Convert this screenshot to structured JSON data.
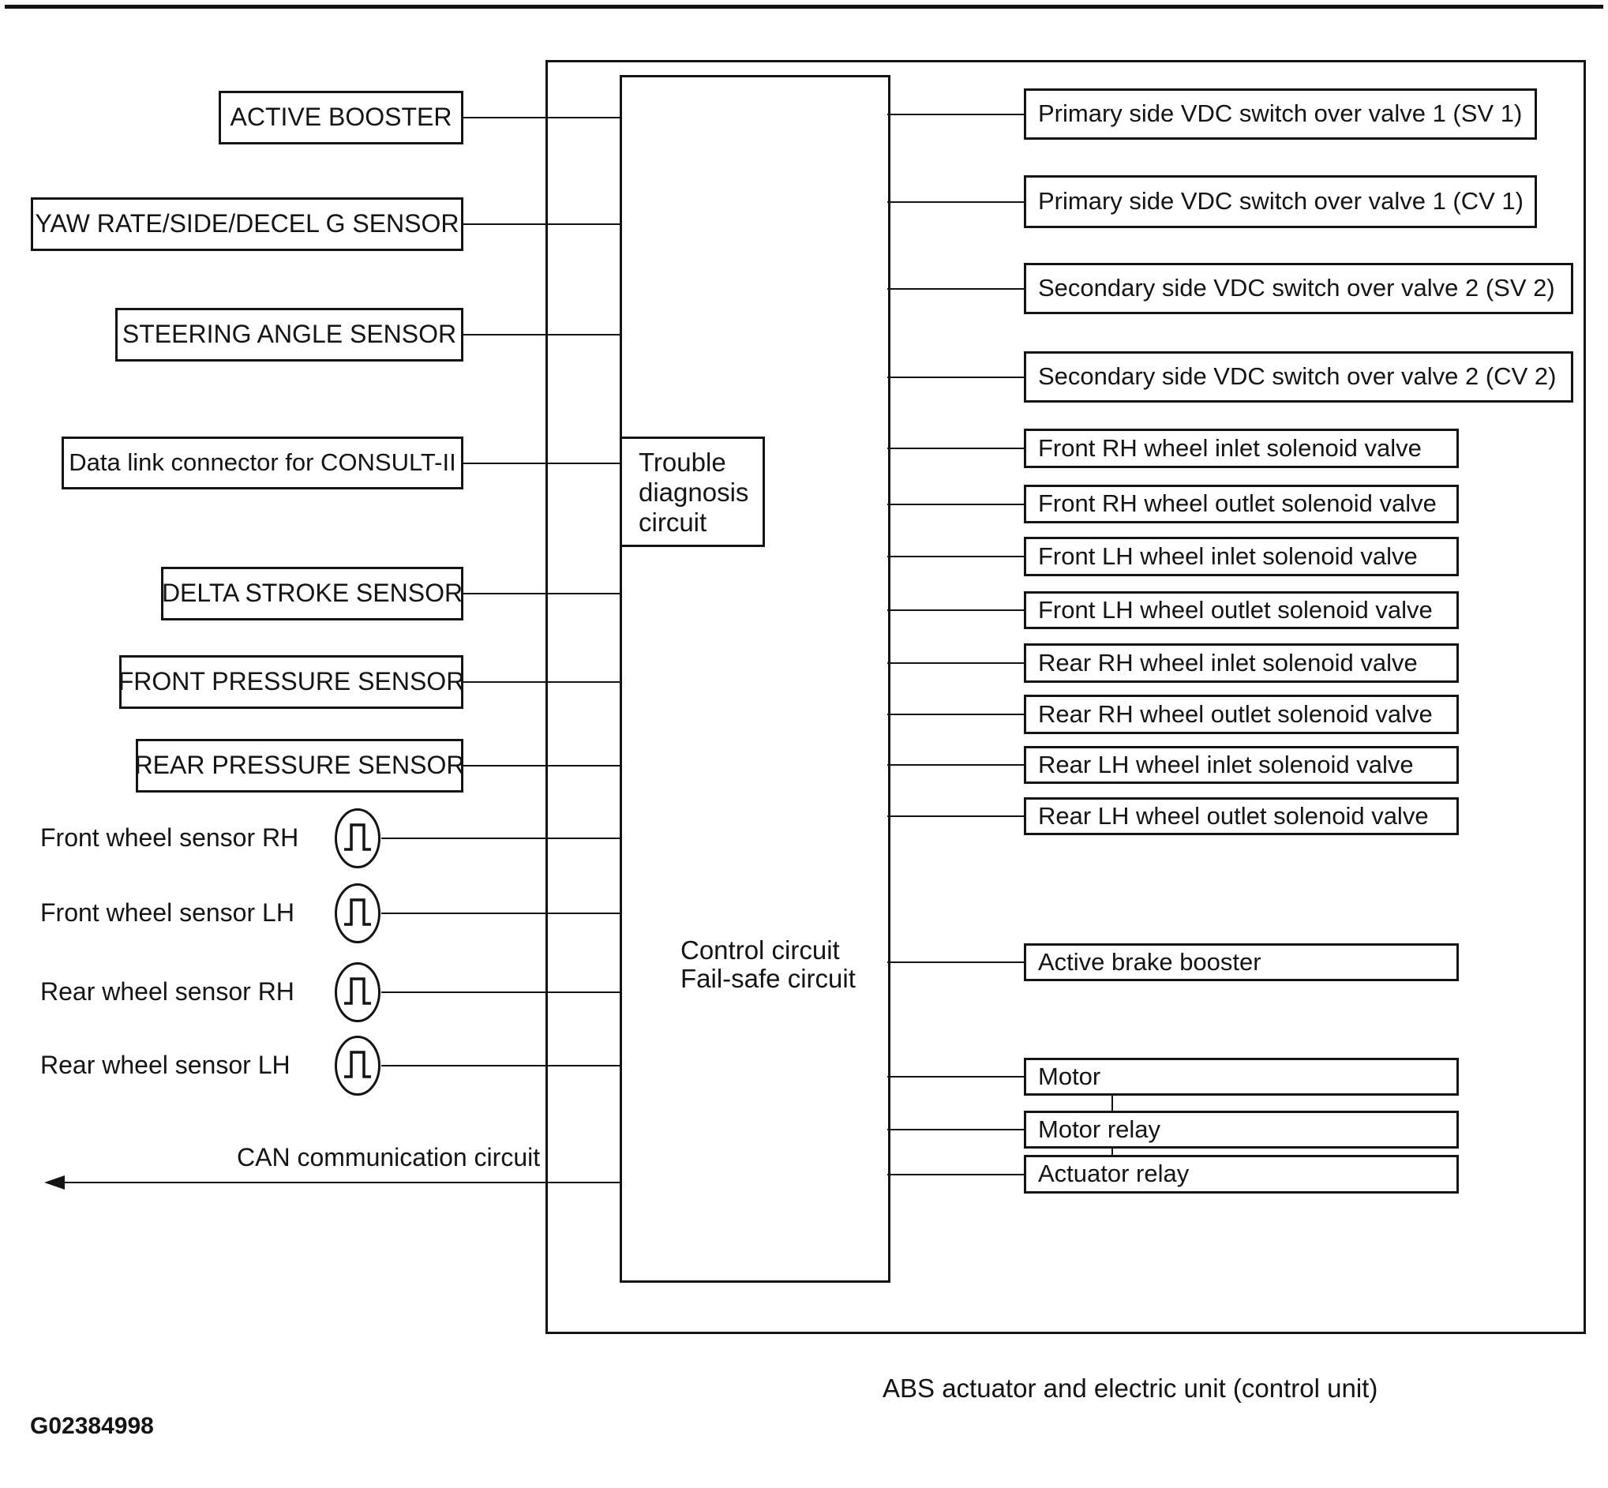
{
  "diagram": {
    "left_boxes": [
      "ACTIVE BOOSTER",
      "YAW RATE/SIDE/DECEL G SENSOR",
      "STEERING ANGLE SENSOR",
      "Data link connector for CONSULT-II",
      "DELTA STROKE SENSOR",
      "FRONT PRESSURE SENSOR",
      "REAR PRESSURE SENSOR"
    ],
    "wheel_sensors": [
      "Front wheel sensor RH",
      "Front wheel sensor LH",
      "Rear wheel sensor RH",
      "Rear wheel sensor LH"
    ],
    "right_boxes": [
      "Primary side VDC switch over valve 1 (SV 1)",
      "Primary side VDC switch over valve 1 (CV 1)",
      "Secondary side VDC switch over valve 2 (SV 2)",
      "Secondary side VDC switch over valve 2 (CV 2)",
      "Front RH wheel inlet solenoid valve",
      "Front RH wheel outlet solenoid valve",
      "Front LH wheel inlet solenoid valve",
      "Front LH wheel outlet solenoid valve",
      "Rear RH wheel inlet solenoid valve",
      "Rear RH wheel outlet solenoid valve",
      "Rear LH wheel inlet solenoid valve",
      "Rear LH wheel outlet solenoid valve",
      "Active brake booster",
      "Motor",
      "Motor relay",
      "Actuator relay"
    ],
    "trouble_lines": [
      "Trouble",
      "diagnosis",
      "circuit"
    ],
    "control_lines": [
      "Control circuit",
      "Fail-safe circuit"
    ],
    "can_label": "CAN communication circuit",
    "caption": "ABS actuator and electric unit (control unit)",
    "figure_code": "G02384998"
  }
}
